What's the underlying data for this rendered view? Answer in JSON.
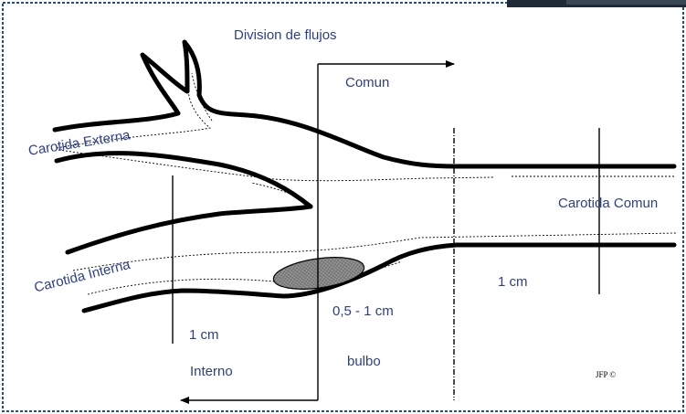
{
  "diagram": {
    "title": "Division de flujos",
    "labels": {
      "comun": "Comun",
      "carotida_externa": "Carotida Externa",
      "carotida_interna": "Carotida Interna",
      "carotida_comun": "Carotida Comun",
      "interno": "Interno",
      "bulbo": "bulbo",
      "one_cm_left": "1 cm",
      "one_cm_right": "1 cm",
      "range": "0,5 - 1 cm",
      "credit": "JFP ©"
    }
  },
  "colors": {
    "label_blue": "#2a3f8f",
    "border_blue": "#1e4d9a",
    "corner_dark": "#1f2a36",
    "plaque": "#808080",
    "vessel": "#000000"
  }
}
